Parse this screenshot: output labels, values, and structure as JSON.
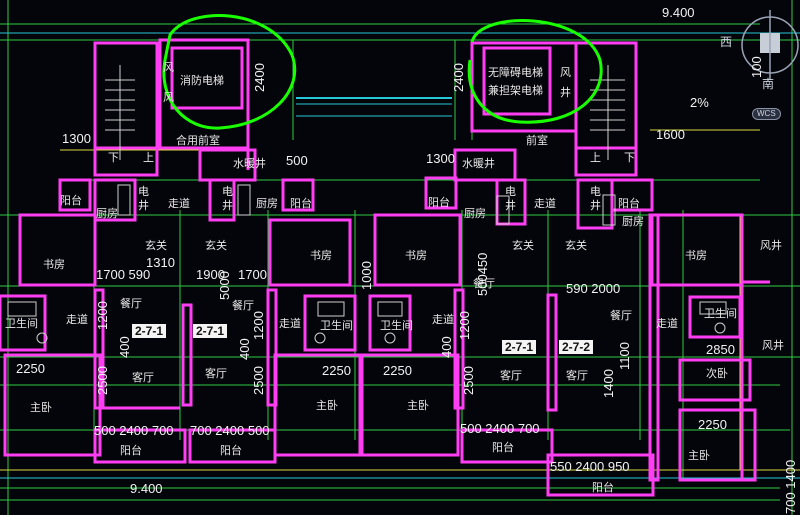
{
  "colors": {
    "wall": "#ff3df2",
    "dim_line": "#2ecc40",
    "green_circle": "#1aff00",
    "cyan_line": "#27c7d8",
    "yellow": "#d8d840",
    "text": "#ececec"
  },
  "top_dimension": "9.400",
  "bottom_dimension": "9.400",
  "compass": {
    "west": "西",
    "south": "南",
    "badge": "WCS",
    "side_number": "100"
  },
  "slope": "2%",
  "elevators": {
    "fire_elevator": "消防电梯",
    "barrier_free_elevator": "无障碍电梯",
    "stretcher_elevator": "兼担架电梯"
  },
  "shafts": {
    "wind": "风",
    "well": "井",
    "wind_shaft": "风井",
    "water_shaft": "水暖井",
    "elec": "电",
    "elec_well": "井"
  },
  "rooms": {
    "shared_lobby": "合用前室",
    "lobby": "前室",
    "down": "下",
    "up": "上",
    "balcony": "阳台",
    "kitchen": "厨房",
    "corridor": "走道",
    "foyer": "玄关",
    "study": "书房",
    "dining": "餐厅",
    "bathroom": "卫生间",
    "living": "客厅",
    "master_bedroom": "主卧",
    "second_bedroom": "次卧"
  },
  "unit_labels": [
    "2-7-1",
    "2-7-1",
    "2-7-1",
    "2-7-2"
  ],
  "dimensions": {
    "d2400": "2400",
    "d1300": "1300",
    "d500": "500",
    "d1600": "1600",
    "d1700_590": "1700 590",
    "d1310": "1310",
    "d1900": "1900",
    "d5000": "5000",
    "d500_short": "500",
    "d1700": "1700",
    "d1200": "1200",
    "d1000": "1000",
    "d400": "400",
    "d2500": "2500",
    "d2250": "2250",
    "d500_2400_700": "500 2400 700",
    "d700_2400_500": "700 2400 500",
    "d500450": "500450",
    "d590_2000": "590 2000",
    "d1100": "1100",
    "d1400": "1400",
    "d2850": "2850",
    "d550_2400_950": "550 2400 950",
    "d700_1400": "700 1400"
  }
}
